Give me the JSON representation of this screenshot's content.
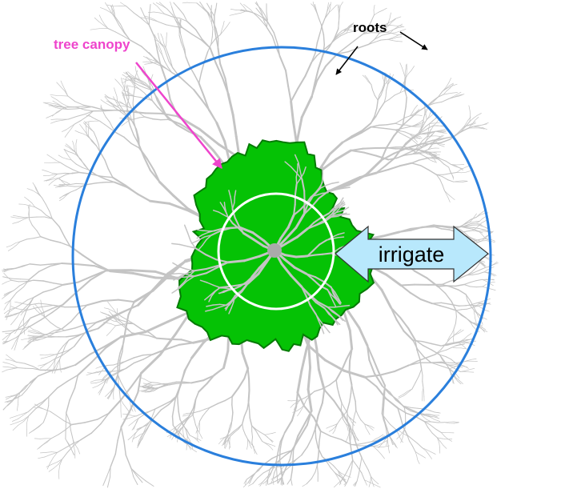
{
  "labels": {
    "tree_canopy": "tree canopy",
    "roots": "roots",
    "irrigate": "irrigate"
  },
  "colors": {
    "background": "#ffffff",
    "canopy_fill": "#05c205",
    "canopy_edge": "#067a06",
    "roots": "#c4c4c4",
    "trunk": "#aaaaaa",
    "outer_circle": "#2a7fdc",
    "inner_circle": "#ffffff",
    "tree_canopy_label": "#ee44cc",
    "tree_canopy_arrow": "#ee44cc",
    "roots_label": "#000000",
    "irrigate_arrow_fill": "#b8e8fc",
    "irrigate_arrow_stroke": "#333333",
    "irrigate_text": "#000000"
  }
}
